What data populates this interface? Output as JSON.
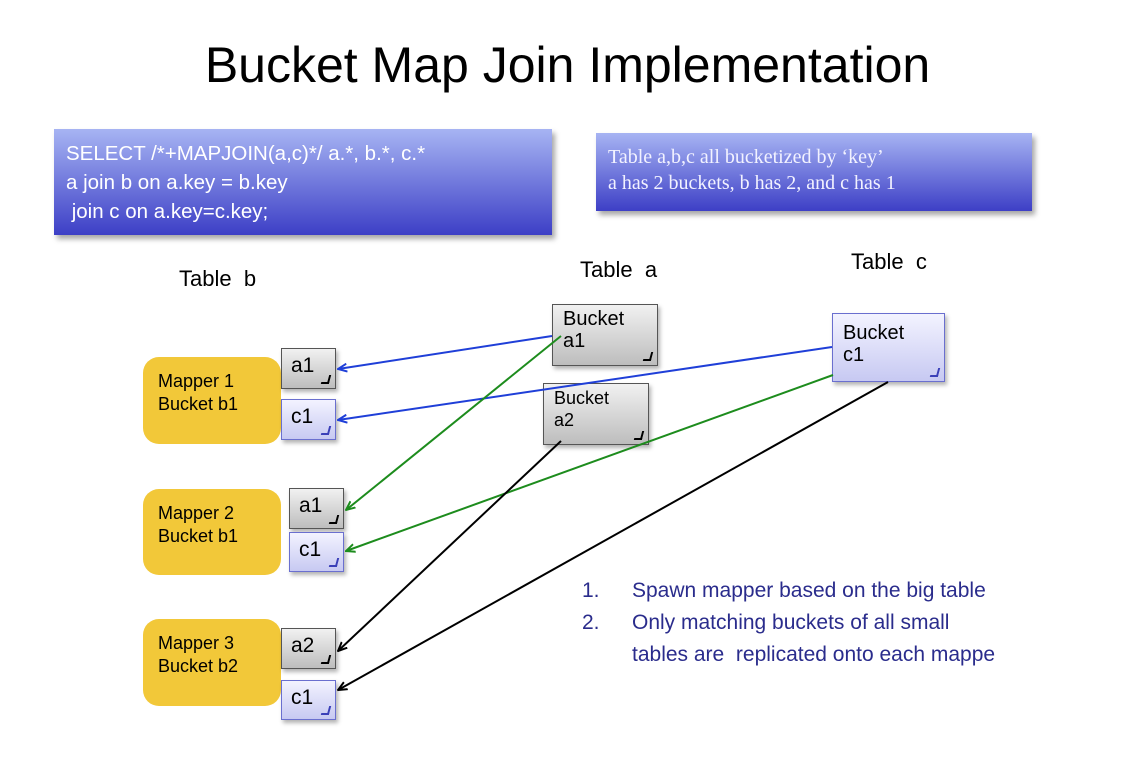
{
  "title": "Bucket Map Join Implementation",
  "sql_lines": [
    "SELECT /*+MAPJOIN(a,c)*/ a.*, b.*, c.*",
    "a join b on a.key = b.key",
    " join c on a.key=c.key;"
  ],
  "info_lines": [
    "Table a,b,c all bucketized by ‘key’",
    "a has 2 buckets, b has 2, and c has 1"
  ],
  "table_labels": {
    "b": "Table  b",
    "a": "Table  a",
    "c": "Table  c"
  },
  "mappers": [
    {
      "lines": [
        "Mapper 1",
        "Bucket b1"
      ]
    },
    {
      "lines": [
        "Mapper 2",
        "Bucket b1"
      ]
    },
    {
      "lines": [
        "Mapper 3",
        "Bucket b2"
      ]
    }
  ],
  "source_buckets": {
    "a1": [
      "Bucket",
      "a1"
    ],
    "a2": [
      "Bucket",
      "a2"
    ],
    "c1": [
      "Bucket",
      "c1"
    ]
  },
  "replicas": {
    "m1_a": "a1",
    "m1_c": "c1",
    "m2_a": "a1",
    "m2_c": "c1",
    "m3_a": "a2",
    "m3_c": "c1"
  },
  "points": [
    {
      "num": "1.",
      "lines": [
        "Spawn mapper based on the big table"
      ]
    },
    {
      "num": "2.",
      "lines": [
        "Only matching buckets of all small",
        "tables are  replicated onto each mappe"
      ]
    }
  ],
  "arrow_colors": {
    "a1_to_m1": "#1f3fd8",
    "c1_to_m1": "#1f3fd8",
    "a1_to_m2": "#1d8c1d",
    "c1_to_m2": "#1d8c1d",
    "a2_to_m3": "#000000",
    "c1_to_m3": "#000000"
  }
}
